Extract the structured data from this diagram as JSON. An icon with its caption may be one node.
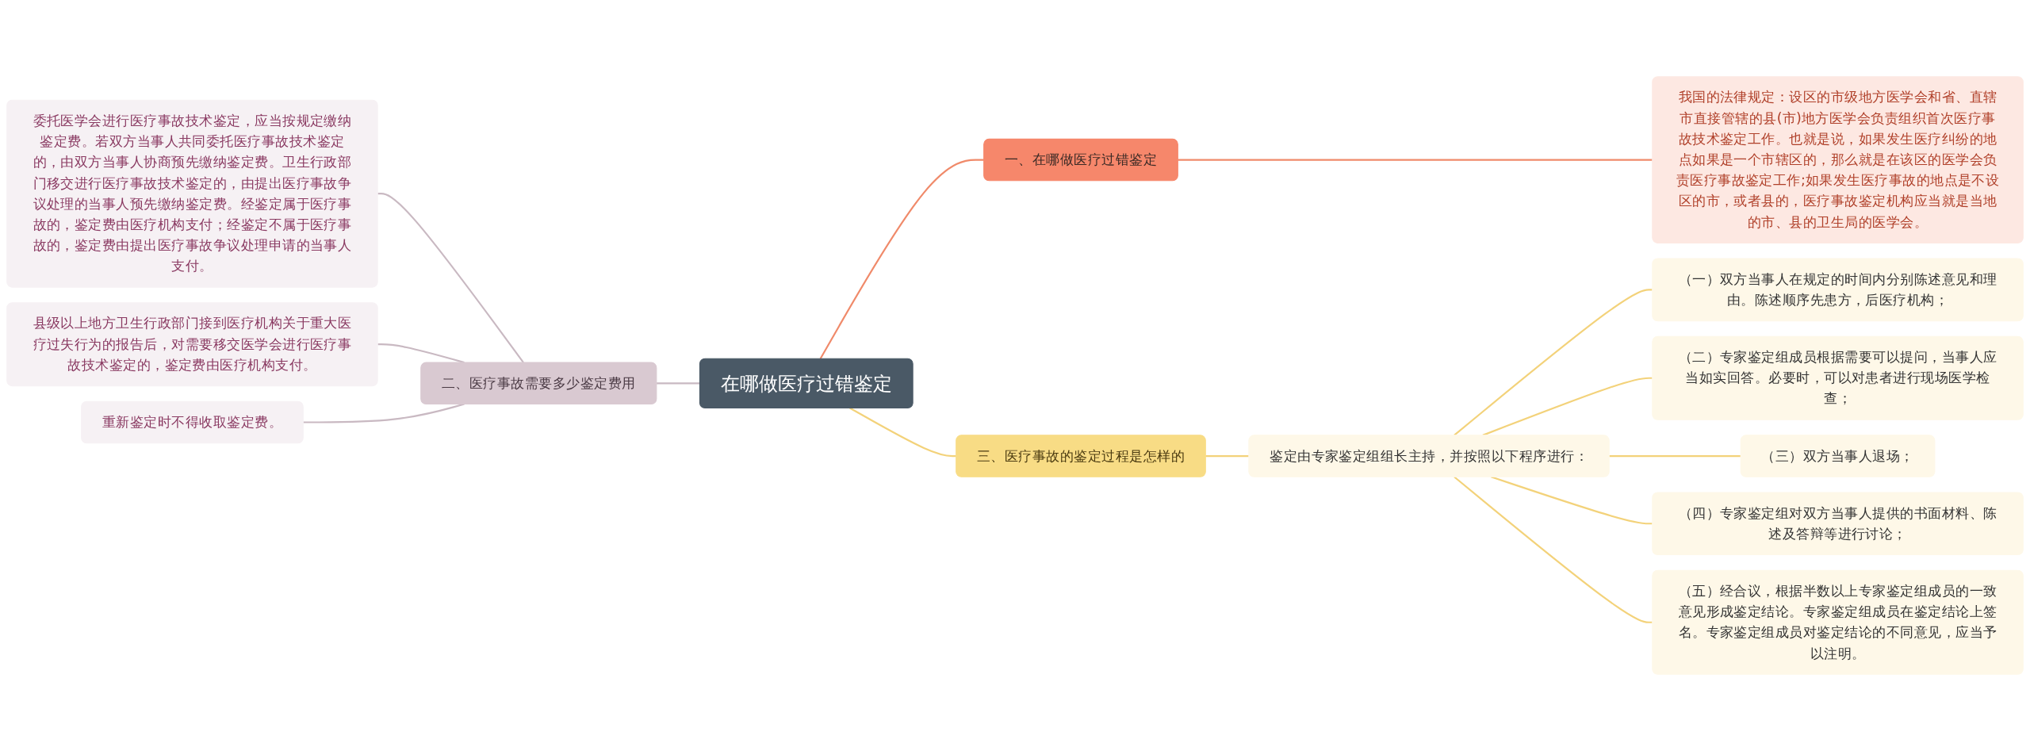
{
  "diagram": {
    "nodes": [
      {
        "text": [
          "在哪做医疗过错鉴定"
        ]
      },
      {
        "text": [
          "一、在哪做医疗过错鉴定"
        ]
      },
      {
        "text": [
          "我国的法律规定：设区的市级地方医学会和省、直辖市直接管辖的县(市)地方医学会负责组织首次医疗事故技术鉴定工作。也就是说，如果发生医疗纠纷的地点如果是一个市辖区的，那么就是在该区的医学会负责医疗事故鉴定工作;如果发生医疗事故的地点是不设区的市，或者县的，医疗事故鉴定机构应当就是当地的市、县的卫生局的医学会。"
        ]
      },
      {
        "text": [
          "二、医疗事故需要多少鉴定费用"
        ]
      },
      {
        "text": [
          "委托医学会进行医疗事故技术鉴定，应当按规定缴纳鉴定费。若双方当事人共同委托医疗事故技术鉴定的，由双方当事人协商预先缴纳鉴定费。卫生行政部门移交进行医疗事故技术鉴定的，由提出医疗事故争议处理的当事人预先缴纳鉴定费。经鉴定属于医疗事故的，鉴定费由医疗机构支付；经鉴定不属于医疗事故的，鉴定费由提出医疗事故争议处理申请的当事人支付。"
        ]
      },
      {
        "text": [
          "县级以上地方卫生行政部门接到医疗机构关于重大医疗过失行为的报告后，对需要移交医学会进行医疗事故技术鉴定的，鉴定费由医疗机构支付。"
        ]
      },
      {
        "text": [
          "重新鉴定时不得收取鉴定费。"
        ]
      },
      {
        "text": [
          "三、医疗事故的鉴定过程是怎样的"
        ]
      },
      {
        "text": [
          "鉴定由专家鉴定组组长主持，并按照以下程序进行："
        ]
      },
      {
        "text": [
          "（一）双方当事人在规定的时间内分别陈述意见和理由。陈述顺序先患方，后医疗机构；"
        ]
      },
      {
        "text": [
          "（二）专家鉴定组成员根据需要可以提问，当事人应当如实回答。必要时，可以对患者进行现场医学检查；"
        ]
      },
      {
        "text": [
          "（三）双方当事人退场；"
        ]
      },
      {
        "text": [
          "（四）专家鉴定组对双方当事人提供的书面材料、陈述及答辩等进行讨论；"
        ]
      },
      {
        "text": [
          "（五）经合议，根据半数以上专家鉴定组成员的一致意见形成鉴定结论。专家鉴定组成员在鉴定结论上签名。专家鉴定组成员对鉴定结论的不同意见，应当予以注明。"
        ]
      }
    ],
    "edges": [
      {
        "from": 0,
        "to": 1,
        "arrow": "none",
        "color": "#f08a6a"
      },
      {
        "from": 1,
        "to": 2,
        "arrow": "none",
        "color": "#f08a6a"
      },
      {
        "from": 0,
        "to": 3,
        "arrow": "none",
        "color": "#c9b9c2"
      },
      {
        "from": 3,
        "to": 4,
        "arrow": "none",
        "color": "#c9b9c2"
      },
      {
        "from": 3,
        "to": 5,
        "arrow": "none",
        "color": "#c9b9c2"
      },
      {
        "from": 3,
        "to": 6,
        "arrow": "none",
        "color": "#c9b9c2"
      },
      {
        "from": 0,
        "to": 7,
        "arrow": "none"
      },
      {
        "from": 7,
        "to": 8,
        "arrow": "none"
      },
      {
        "from": 8,
        "to": 9,
        "arrow": "none"
      },
      {
        "from": 8,
        "to": 10,
        "arrow": "none"
      },
      {
        "from": 8,
        "to": 11,
        "arrow": "none"
      },
      {
        "from": 8,
        "to": 12,
        "arrow": "none"
      },
      {
        "from": 8,
        "to": 13,
        "arrow": "none"
      }
    ]
  }
}
